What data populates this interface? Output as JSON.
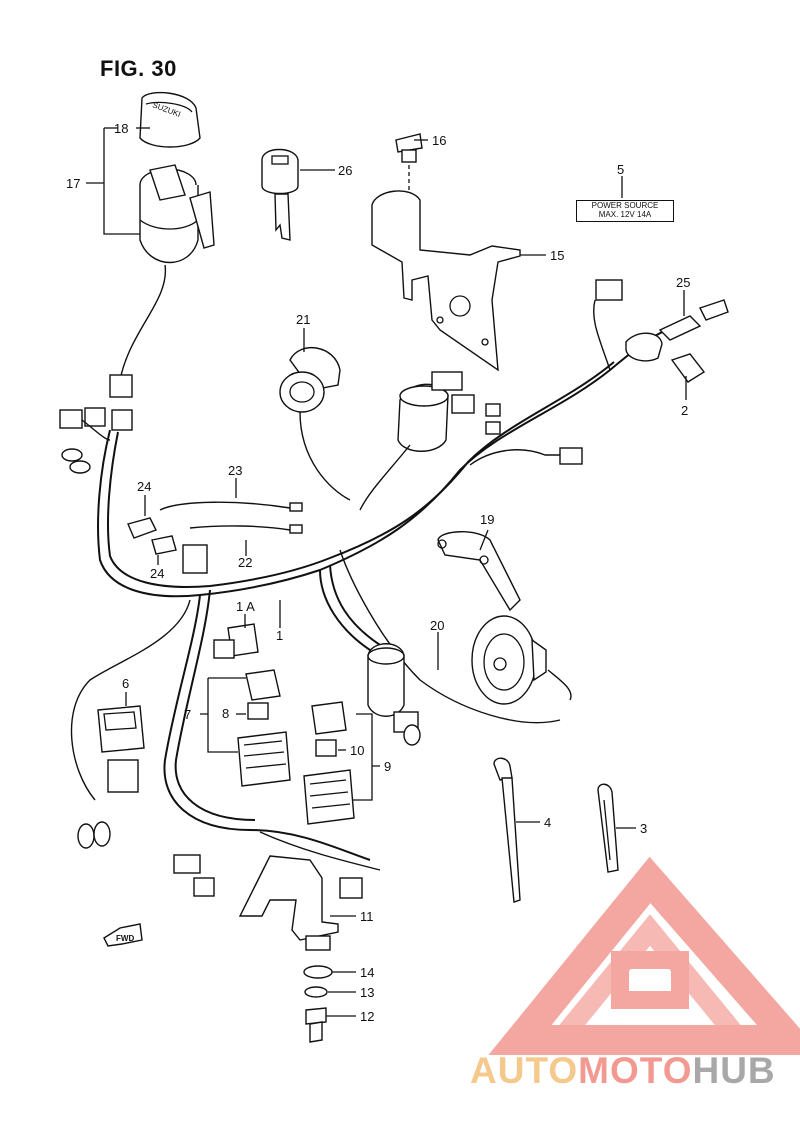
{
  "figure": {
    "title": "FIG. 30"
  },
  "label_plate": {
    "line1": "POWER  SOURCE",
    "line2": "MAX.  12V  14A"
  },
  "key_brand": "SUZUKI",
  "fwd_label": "FWD",
  "watermark": {
    "part1": "AUTO",
    "part2": "MOTO",
    "part3": "HUB",
    "colors": [
      "#f5c88b",
      "#f29a92",
      "#a8a8a8"
    ]
  },
  "callouts": [
    {
      "id": "c18",
      "text": "18"
    },
    {
      "id": "c17",
      "text": "17"
    },
    {
      "id": "c26",
      "text": "26"
    },
    {
      "id": "c16",
      "text": "16"
    },
    {
      "id": "c5",
      "text": "5"
    },
    {
      "id": "c15",
      "text": "15"
    },
    {
      "id": "c25",
      "text": "25"
    },
    {
      "id": "c2",
      "text": "2"
    },
    {
      "id": "c21",
      "text": "21"
    },
    {
      "id": "c23",
      "text": "23"
    },
    {
      "id": "c24a",
      "text": "24"
    },
    {
      "id": "c24b",
      "text": "24"
    },
    {
      "id": "c22",
      "text": "22"
    },
    {
      "id": "c19",
      "text": "19"
    },
    {
      "id": "c1A",
      "text": "1 A"
    },
    {
      "id": "c1",
      "text": "1"
    },
    {
      "id": "c20",
      "text": "20"
    },
    {
      "id": "c6",
      "text": "6"
    },
    {
      "id": "c7",
      "text": "7"
    },
    {
      "id": "c8",
      "text": "8"
    },
    {
      "id": "c10",
      "text": "10"
    },
    {
      "id": "c9",
      "text": "9"
    },
    {
      "id": "c4",
      "text": "4"
    },
    {
      "id": "c3",
      "text": "3"
    },
    {
      "id": "c11",
      "text": "11"
    },
    {
      "id": "c14",
      "text": "14"
    },
    {
      "id": "c13",
      "text": "13"
    },
    {
      "id": "c12",
      "text": "12"
    }
  ]
}
